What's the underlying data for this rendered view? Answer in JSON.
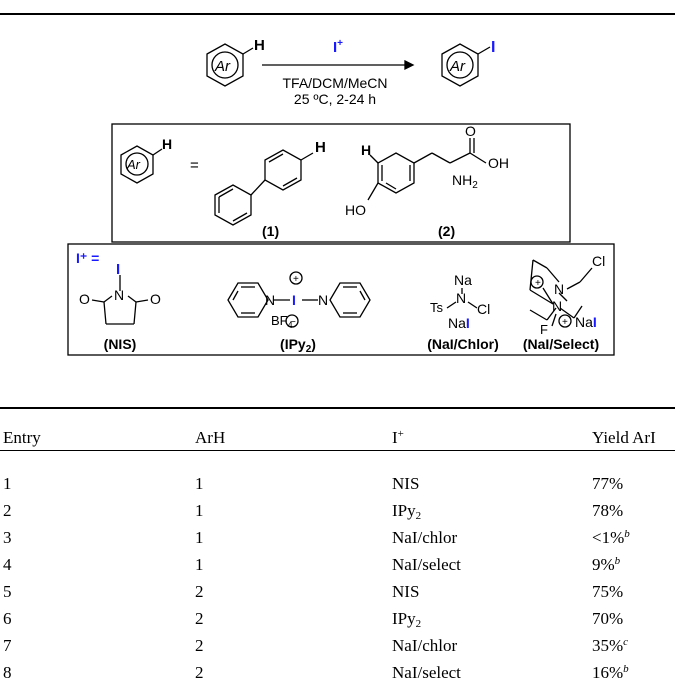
{
  "scheme": {
    "h_label": "H",
    "i_label": "I",
    "iplus": "I",
    "plus": "+",
    "ar": "Ar",
    "cond1": "TFA/DCM/MeCN",
    "cond2": "25 ºC, 2-24 h",
    "equals": "=",
    "sub1_label": "(1)",
    "sub2_label": "(2)",
    "nh2": "NH",
    "nh2_sub": "2",
    "oh": "OH",
    "ho": "HO",
    "o": "O",
    "iplus_equals": "I⁺ =",
    "reagents": [
      {
        "label": "(NIS)"
      },
      {
        "label": "(IPy",
        "sub": "2",
        "close": ")"
      },
      {
        "label": "(NaI/Chlor)"
      },
      {
        "label": "(NaI/Select)"
      }
    ],
    "atoms": {
      "N": "N",
      "Na": "Na",
      "Ts": "Ts",
      "Cl": "Cl",
      "NaI_na": "Na",
      "NaI_i": "I",
      "F": "F",
      "BF": "BF",
      "BF_sub": "4",
      "Cl2": "Cl"
    }
  },
  "table": {
    "headers": [
      "Entry",
      "ArH",
      "I",
      "Yield ArI"
    ],
    "header_sup": "+",
    "rows": [
      {
        "entry": "1",
        "arh": "1",
        "reagent": "NIS",
        "yield": "77%",
        "note": ""
      },
      {
        "entry": "2",
        "arh": "1",
        "reagent": "IPy",
        "reagent_sub": "2",
        "yield": "78%",
        "note": ""
      },
      {
        "entry": "3",
        "arh": "1",
        "reagent": "NaI/chlor",
        "yield": "<1%",
        "note": "b"
      },
      {
        "entry": "4",
        "arh": "1",
        "reagent": "NaI/select",
        "yield": "9%",
        "note": "b"
      },
      {
        "entry": "5",
        "arh": "2",
        "reagent": "NIS",
        "yield": "75%",
        "note": ""
      },
      {
        "entry": "6",
        "arh": "2",
        "reagent": "IPy",
        "reagent_sub": "2",
        "yield": "70%",
        "note": ""
      },
      {
        "entry": "7",
        "arh": "2",
        "reagent": "NaI/chlor",
        "yield": "35%",
        "note": "c"
      },
      {
        "entry": "8",
        "arh": "2",
        "reagent": "NaI/select",
        "yield": "16%",
        "note": "b"
      }
    ]
  }
}
